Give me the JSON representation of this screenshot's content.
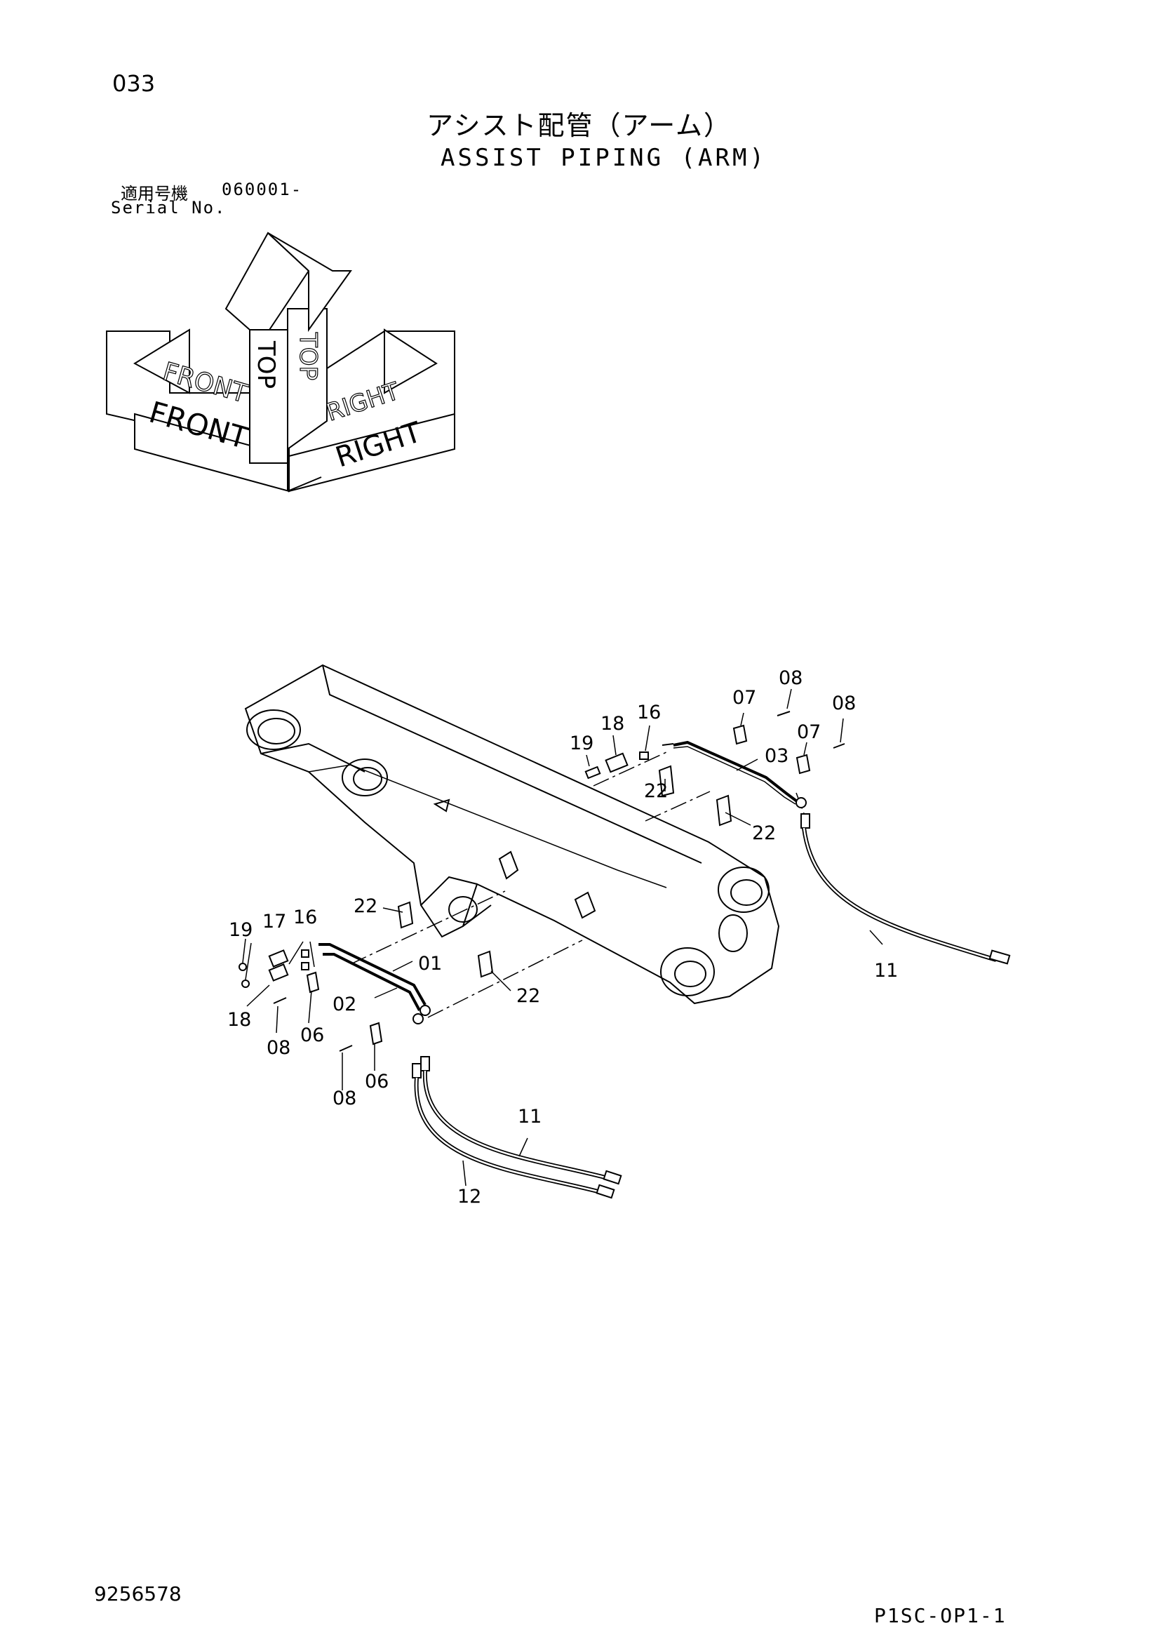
{
  "header": {
    "page_number": "033",
    "title_jp": "アシスト配管（アーム）",
    "title_en": "ASSIST PIPING (ARM)",
    "applicable_label": "適用号機",
    "serial_range": "060001-",
    "serial_label": "Serial No."
  },
  "orientation": {
    "front": "FRONT",
    "top": "TOP",
    "right": "RIGHT"
  },
  "part_callouts": {
    "p01": "01",
    "p02": "02",
    "p03": "03",
    "p06": "06",
    "p07": "07",
    "p08": "08",
    "p11": "11",
    "p12": "12",
    "p16": "16",
    "p17": "17",
    "p18": "18",
    "p19": "19",
    "p22": "22"
  },
  "footer": {
    "doc_number": "9256578",
    "sheet_code": "P1SC-OP1-1"
  }
}
